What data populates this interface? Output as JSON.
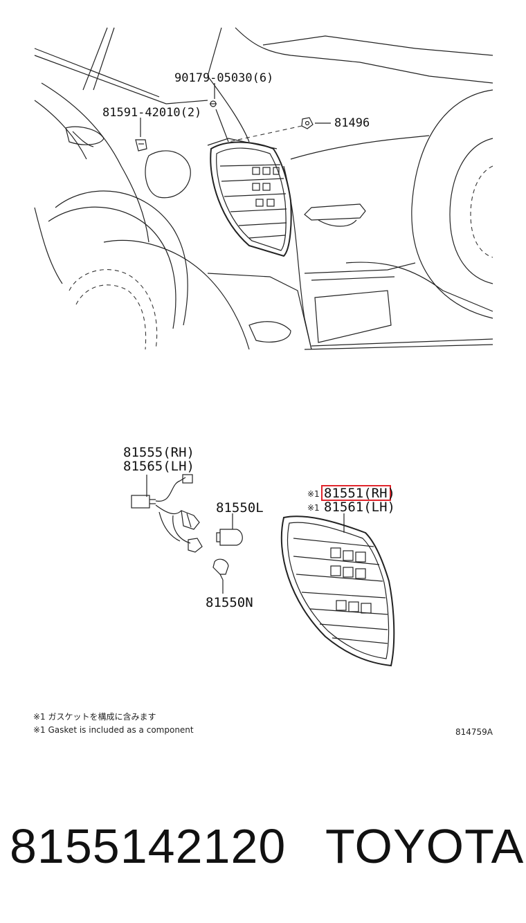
{
  "callouts": {
    "bolt": "90179-05030(6)",
    "clip": "81591-42010(2)",
    "nut": "81496",
    "socket_rh": "81555(RH)",
    "socket_lh": "81565(LH)",
    "bulb_l": "81550L",
    "bulb_n": "81550N",
    "lamp_marker_rh": "※1",
    "lamp_rh": "81551(RH)",
    "lamp_marker_lh": "※1",
    "lamp_lh": "81561(LH)"
  },
  "notes": {
    "jp": "※1 ガスケットを構成に含みます",
    "en": "※1 Gasket is included as a component",
    "ref": "814759A"
  },
  "footer": {
    "part_number": "8155142120",
    "brand": "TOYOTA"
  },
  "colors": {
    "highlight": "#e0242b"
  }
}
